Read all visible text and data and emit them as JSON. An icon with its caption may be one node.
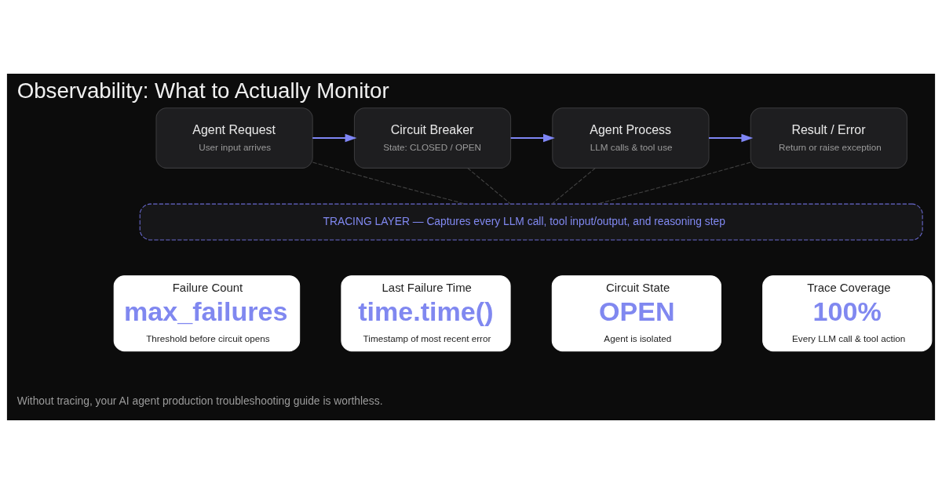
{
  "diagram": {
    "title": "Observability: What to Actually Monitor",
    "caption": "Without tracing, your AI agent production troubleshooting guide is worthless.",
    "nodes": [
      {
        "text": [
          "Agent Request",
          "User input arrives"
        ]
      },
      {
        "text": [
          "Circuit Breaker",
          "State: CLOSED / OPEN"
        ]
      },
      {
        "text": [
          "Agent Process",
          "LLM calls & tool use"
        ]
      },
      {
        "text": [
          "Result / Error",
          "Return or raise exception"
        ]
      },
      {
        "text": [
          "TRACING LAYER — Captures every LLM call, tool input/output, and reasoning step"
        ]
      },
      {
        "text": [
          "Failure Count",
          "max_failures",
          "Threshold before circuit opens"
        ]
      },
      {
        "text": [
          "Last Failure Time",
          "time.time()",
          "Timestamp of most recent error"
        ]
      },
      {
        "text": [
          "Circuit State",
          "OPEN",
          "Agent is isolated"
        ]
      },
      {
        "text": [
          "Trace Coverage",
          "100%",
          "Every LLM call & tool action"
        ]
      }
    ],
    "edges": [
      {
        "from": 0,
        "to": 1,
        "arrow": "to",
        "color": "#7f86f5"
      },
      {
        "from": 1,
        "to": 2,
        "arrow": "to",
        "color": "#7f86f5"
      },
      {
        "from": 2,
        "to": 3,
        "arrow": "to",
        "color": "#7f86f5"
      },
      {
        "from": 0,
        "to": 4,
        "arrow": "none",
        "style": "dashed",
        "color": "#444444"
      },
      {
        "from": 1,
        "to": 4,
        "arrow": "none",
        "style": "dashed",
        "color": "#444444"
      },
      {
        "from": 2,
        "to": 4,
        "arrow": "none",
        "style": "dashed",
        "color": "#444444"
      },
      {
        "from": 3,
        "to": 4,
        "arrow": "none",
        "style": "dashed",
        "color": "#444444"
      }
    ]
  }
}
